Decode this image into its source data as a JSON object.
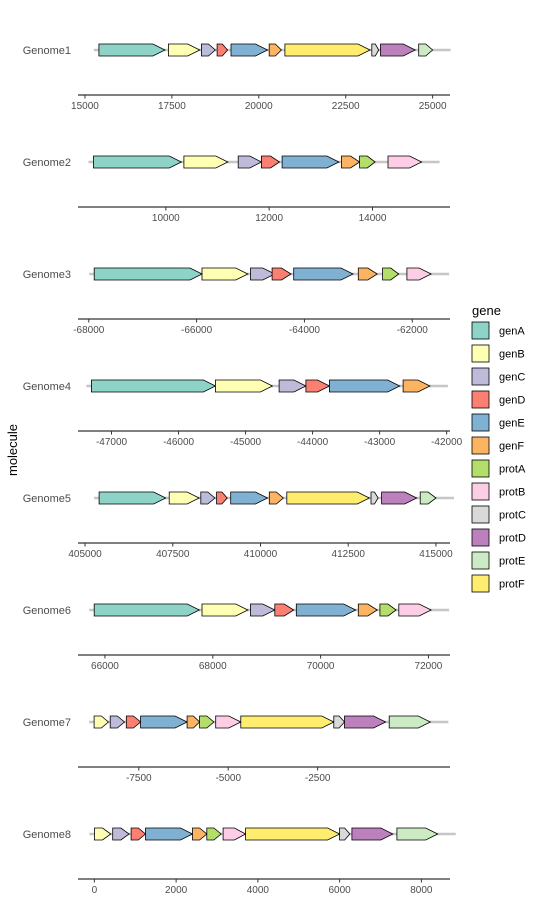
{
  "chart_data": {
    "type": "gene-arrow-map",
    "ylabel": "molecule",
    "legend": {
      "title": "gene",
      "placement": "right",
      "entries": [
        {
          "name": "genA",
          "color": "#8DD3C7"
        },
        {
          "name": "genB",
          "color": "#FFFFB3"
        },
        {
          "name": "genC",
          "color": "#BEBADA"
        },
        {
          "name": "genD",
          "color": "#FB8072"
        },
        {
          "name": "genE",
          "color": "#80B1D3"
        },
        {
          "name": "genF",
          "color": "#FDB462"
        },
        {
          "name": "protA",
          "color": "#B3DE69"
        },
        {
          "name": "protB",
          "color": "#FCCDE5"
        },
        {
          "name": "protC",
          "color": "#D9D9D9"
        },
        {
          "name": "protD",
          "color": "#BC80BD"
        },
        {
          "name": "protE",
          "color": "#CCEBC5"
        },
        {
          "name": "protF",
          "color": "#FFED6F"
        }
      ]
    },
    "panels": [
      {
        "molecule": "Genome1",
        "xlim": [
          14800,
          25500
        ],
        "ticks": [
          15000,
          17500,
          20000,
          22500,
          25000
        ],
        "tick_labels": [
          "15000",
          "17500",
          "20000",
          "22500",
          "25000"
        ],
        "genes": [
          {
            "gene": "genA",
            "start": 15400,
            "end": 17300
          },
          {
            "gene": "genB",
            "start": 17400,
            "end": 18300
          },
          {
            "gene": "genC",
            "start": 18350,
            "end": 18750
          },
          {
            "gene": "genD",
            "start": 18800,
            "end": 19100
          },
          {
            "gene": "genE",
            "start": 19200,
            "end": 20250
          },
          {
            "gene": "genF",
            "start": 20300,
            "end": 20650
          },
          {
            "gene": "protF",
            "start": 20750,
            "end": 23200
          },
          {
            "gene": "protC",
            "start": 23250,
            "end": 23450
          },
          {
            "gene": "protD",
            "start": 23500,
            "end": 24500
          },
          {
            "gene": "protE",
            "start": 24600,
            "end": 25000
          }
        ]
      },
      {
        "molecule": "Genome2",
        "xlim": [
          8300,
          15500
        ],
        "ticks": [
          10000,
          12000,
          14000
        ],
        "tick_labels": [
          "10000",
          "12000",
          "14000"
        ],
        "genes": [
          {
            "gene": "genA",
            "start": 8600,
            "end": 10300
          },
          {
            "gene": "genB",
            "start": 10350,
            "end": 11200
          },
          {
            "gene": "genC",
            "start": 11400,
            "end": 11850
          },
          {
            "gene": "genD",
            "start": 11850,
            "end": 12200
          },
          {
            "gene": "genE",
            "start": 12250,
            "end": 13350
          },
          {
            "gene": "genF",
            "start": 13400,
            "end": 13750
          },
          {
            "gene": "protA",
            "start": 13750,
            "end": 14050
          },
          {
            "gene": "protB",
            "start": 14300,
            "end": 14950
          }
        ]
      },
      {
        "molecule": "Genome3",
        "xlim": [
          -68200,
          -61300
        ],
        "ticks": [
          -68000,
          -66000,
          -64000,
          -62000
        ],
        "tick_labels": [
          "-68000",
          "-66000",
          "-64000",
          "-62000"
        ],
        "genes": [
          {
            "gene": "genA",
            "start": -67900,
            "end": -65900
          },
          {
            "gene": "genB",
            "start": -65900,
            "end": -65050
          },
          {
            "gene": "genC",
            "start": -65000,
            "end": -64550
          },
          {
            "gene": "genD",
            "start": -64600,
            "end": -64250
          },
          {
            "gene": "genE",
            "start": -64200,
            "end": -63100
          },
          {
            "gene": "genF",
            "start": -63000,
            "end": -62650
          },
          {
            "gene": "protA",
            "start": -62550,
            "end": -62250
          },
          {
            "gene": "protB",
            "start": -62100,
            "end": -61650
          }
        ]
      },
      {
        "molecule": "Genome4",
        "xlim": [
          -47500,
          -41950
        ],
        "ticks": [
          -47000,
          -46000,
          -45000,
          -44000,
          -43000,
          -42000
        ],
        "tick_labels": [
          "-47000",
          "-46000",
          "-45000",
          "-44000",
          "-43000",
          "-42000"
        ],
        "genes": [
          {
            "gene": "genA",
            "start": -47300,
            "end": -45450
          },
          {
            "gene": "genB",
            "start": -45450,
            "end": -44600
          },
          {
            "gene": "genC",
            "start": -44500,
            "end": -44100
          },
          {
            "gene": "genD",
            "start": -44100,
            "end": -43750
          },
          {
            "gene": "genE",
            "start": -43750,
            "end": -42700
          },
          {
            "gene": "genF",
            "start": -42650,
            "end": -42250
          }
        ]
      },
      {
        "molecule": "Genome5",
        "xlim": [
          404800,
          415400
        ],
        "ticks": [
          405000,
          407500,
          410000,
          412500,
          415000
        ],
        "tick_labels": [
          "405000",
          "407500",
          "410000",
          "412500",
          "415000"
        ],
        "genes": [
          {
            "gene": "genA",
            "start": 405400,
            "end": 407300
          },
          {
            "gene": "genB",
            "start": 407400,
            "end": 408250
          },
          {
            "gene": "genC",
            "start": 408300,
            "end": 408700
          },
          {
            "gene": "genD",
            "start": 408750,
            "end": 409050
          },
          {
            "gene": "genE",
            "start": 409150,
            "end": 410200
          },
          {
            "gene": "genF",
            "start": 410250,
            "end": 410650
          },
          {
            "gene": "protF",
            "start": 410750,
            "end": 413100
          },
          {
            "gene": "protC",
            "start": 413150,
            "end": 413350
          },
          {
            "gene": "protD",
            "start": 413450,
            "end": 414450
          },
          {
            "gene": "protE",
            "start": 414550,
            "end": 415000
          }
        ]
      },
      {
        "molecule": "Genome6",
        "xlim": [
          65500,
          72400
        ],
        "ticks": [
          66000,
          68000,
          70000,
          72000
        ],
        "tick_labels": [
          "66000",
          "68000",
          "70000",
          "72000"
        ],
        "genes": [
          {
            "gene": "genA",
            "start": 65800,
            "end": 67750
          },
          {
            "gene": "genB",
            "start": 67800,
            "end": 68650
          },
          {
            "gene": "genC",
            "start": 68700,
            "end": 69150
          },
          {
            "gene": "genD",
            "start": 69150,
            "end": 69500
          },
          {
            "gene": "genE",
            "start": 69550,
            "end": 70650
          },
          {
            "gene": "genF",
            "start": 70700,
            "end": 71050
          },
          {
            "gene": "protA",
            "start": 71100,
            "end": 71400
          },
          {
            "gene": "protB",
            "start": 71450,
            "end": 72050
          }
        ]
      },
      {
        "molecule": "Genome7",
        "xlim": [
          -9200,
          1200
        ],
        "ticks": [
          -7500,
          -5000,
          -2500
        ],
        "tick_labels": [
          "-7500",
          "-5000",
          "-2500"
        ],
        "genes": [
          {
            "gene": "genB",
            "start": -8750,
            "end": -8350
          },
          {
            "gene": "genC",
            "start": -8300,
            "end": -7900
          },
          {
            "gene": "genD",
            "start": -7850,
            "end": -7450
          },
          {
            "gene": "genE",
            "start": -7450,
            "end": -6150
          },
          {
            "gene": "genF",
            "start": -6150,
            "end": -5800
          },
          {
            "gene": "protA",
            "start": -5800,
            "end": -5400
          },
          {
            "gene": "protB",
            "start": -5350,
            "end": -4650
          },
          {
            "gene": "protF",
            "start": -4650,
            "end": -2050
          },
          {
            "gene": "protC",
            "start": -2050,
            "end": -1750
          },
          {
            "gene": "protD",
            "start": -1750,
            "end": -600
          },
          {
            "gene": "protE",
            "start": -500,
            "end": 650
          }
        ]
      },
      {
        "molecule": "Genome8",
        "xlim": [
          -400,
          8700
        ],
        "ticks": [
          0,
          2000,
          4000,
          6000,
          8000
        ],
        "tick_labels": [
          "0",
          "2000",
          "4000",
          "6000",
          "8000"
        ],
        "genes": [
          {
            "gene": "genB",
            "start": 0,
            "end": 400
          },
          {
            "gene": "genC",
            "start": 450,
            "end": 850
          },
          {
            "gene": "genD",
            "start": 900,
            "end": 1250
          },
          {
            "gene": "genE",
            "start": 1250,
            "end": 2400
          },
          {
            "gene": "genF",
            "start": 2400,
            "end": 2750
          },
          {
            "gene": "protA",
            "start": 2750,
            "end": 3100
          },
          {
            "gene": "protB",
            "start": 3150,
            "end": 3700
          },
          {
            "gene": "protF",
            "start": 3700,
            "end": 6000
          },
          {
            "gene": "protC",
            "start": 6000,
            "end": 6250
          },
          {
            "gene": "protD",
            "start": 6300,
            "end": 7300
          },
          {
            "gene": "protE",
            "start": 7400,
            "end": 8400
          }
        ]
      }
    ]
  }
}
